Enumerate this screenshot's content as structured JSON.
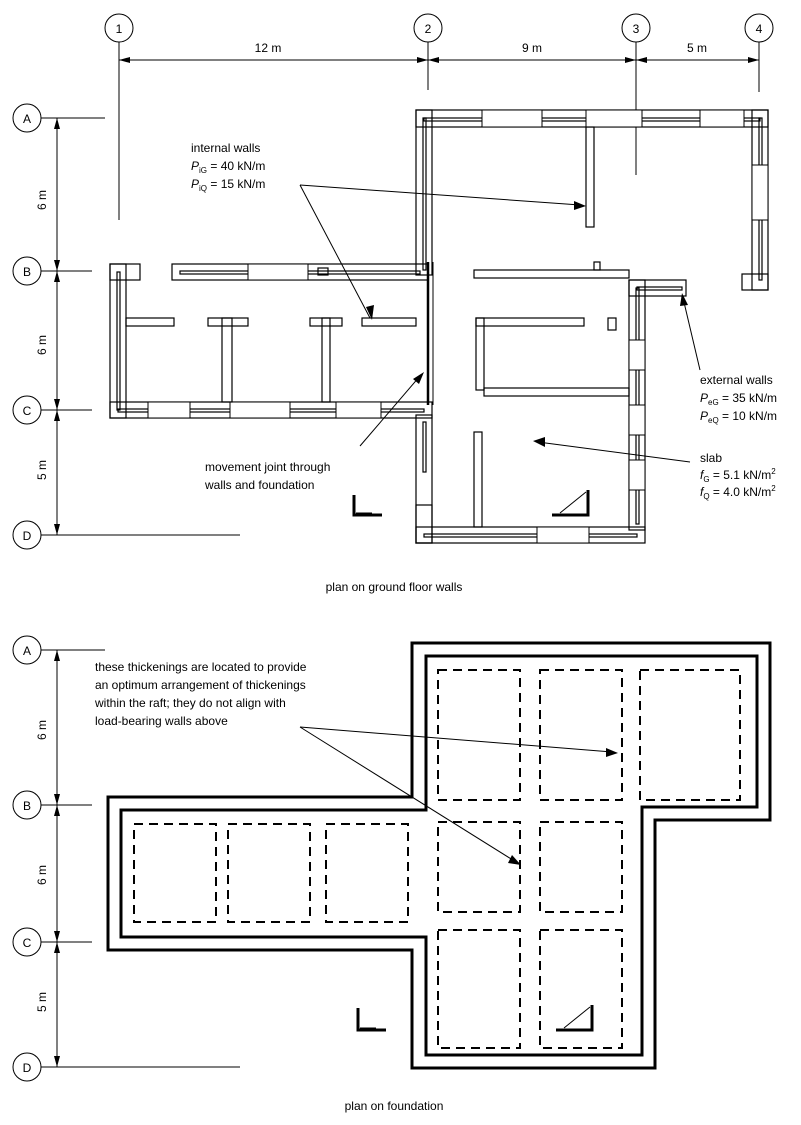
{
  "grid": {
    "columns": [
      "1",
      "2",
      "3",
      "4"
    ],
    "rows": [
      "A",
      "B",
      "C",
      "D"
    ],
    "col_spacings": [
      "12 m",
      "9 m",
      "5 m"
    ],
    "row_spacings": [
      "6 m",
      "6 m",
      "5 m"
    ]
  },
  "ground_floor": {
    "caption": "plan on ground floor walls",
    "internal_walls": {
      "title": "internal walls",
      "pg_sym": "P",
      "pg_sub": "iG",
      "pg_val": " = 40 kN/m",
      "pq_sym": "P",
      "pq_sub": "iQ",
      "pq_val": " = 15 kN/m"
    },
    "external_walls": {
      "title": "external walls",
      "pg_sym": "P",
      "pg_sub": "eG",
      "pg_val": " = 35 kN/m",
      "pq_sym": "P",
      "pq_sub": "eQ",
      "pq_val": " = 10 kN/m"
    },
    "slab": {
      "title": "slab",
      "fg_sym": "f",
      "fg_sub": "G",
      "fg_val": " = 5.1 kN/m",
      "fg_sup": "2",
      "fq_sym": "f",
      "fq_sub": "Q",
      "fq_val": " = 4.0 kN/m",
      "fq_sup": "2"
    },
    "movement_joint": [
      "movement joint through",
      "walls and foundation"
    ]
  },
  "foundation": {
    "caption": "plan on foundation",
    "note": [
      "these thickenings are located to provide",
      "an optimum arrangement of thickenings",
      "within the raft; they do not align with",
      "load-bearing walls above"
    ]
  }
}
